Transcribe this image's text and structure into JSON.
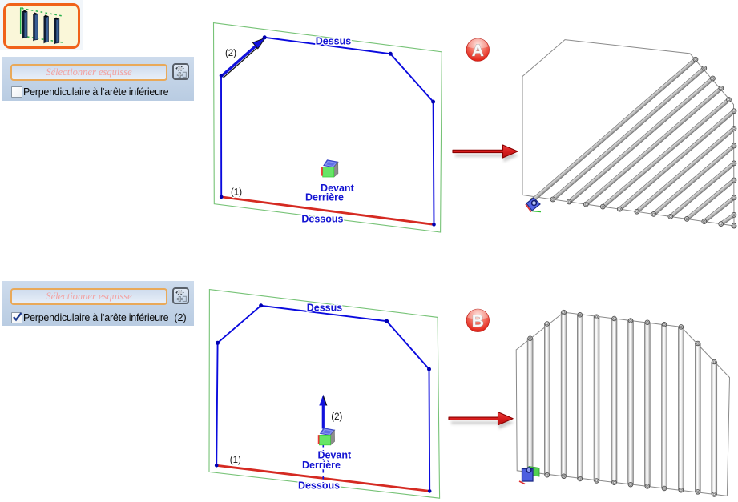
{
  "icon_button": {
    "icon": "rib-pattern-icon"
  },
  "panels": [
    {
      "input_placeholder": "Sélectionner esquisse",
      "selector_button_icon": "select-sketch-icon",
      "checkbox_label": "Perpendiculaire à l’arête inférieure",
      "checkbox_checked": false,
      "suffix": ""
    },
    {
      "input_placeholder": "Sélectionner esquisse",
      "selector_button_icon": "select-sketch-icon",
      "checkbox_label": "Perpendiculaire à l’arête inférieure",
      "checkbox_checked": true,
      "suffix": "(2)"
    }
  ],
  "sketch_a": {
    "top_label": "Dessus",
    "bottom_label": "Dessous",
    "front_label": "Devant",
    "back_label": "Derrière",
    "edge_label": "(1)",
    "direction_label": "(2)"
  },
  "sketch_b": {
    "top_label": "Dessus",
    "bottom_label": "Dessous",
    "front_label": "Devant",
    "back_label": "Derrière",
    "edge_label": "(1)",
    "direction_label": "(2)"
  },
  "badge_a": {
    "label": "A"
  },
  "badge_b": {
    "label": "B"
  },
  "colors": {
    "sketch_plane_green": "#77c377",
    "sketch_profile_blue": "#0a0ade",
    "sketch_base_red": "#d52a22",
    "label_blue": "#1414d2",
    "arrow_red": "#d81e1e",
    "badge_red": "#e3261a",
    "panel_blue": "#c3d4e6",
    "input_border_orange": "#e9a959",
    "placeholder_pink": "#f2a2a2",
    "icon_border_orange": "#f0621a",
    "icon_bg_cream": "#faf7d9"
  },
  "figures": {
    "result_a": {
      "rod_width": 4.6,
      "cap_radius": 2.9,
      "outline": [
        [
          652,
          95.5
        ],
        [
          705,
          49.6
        ],
        [
          861,
          66.9
        ],
        [
          915.5,
          130.5
        ],
        [
          916,
          282
        ],
        [
          652,
          243.5
        ]
      ],
      "rods": [
        [
          665.0,
          250.0,
          868.0,
          74.2
        ],
        [
          689.9,
          249.0,
          878.8,
          85.3
        ],
        [
          710.3,
          252.0,
          889.5,
          98.0
        ],
        [
          731.3,
          255.1,
          899.9,
          110.3
        ],
        [
          752.3,
          258.1,
          909.5,
          124.5
        ],
        [
          773.3,
          261.2,
          916.0,
          138.7
        ],
        [
          794.8,
          264.3,
          916.0,
          160.5
        ],
        [
          815.8,
          267.4,
          916.0,
          182.0
        ],
        [
          836.8,
          270.4,
          916.0,
          203.9
        ],
        [
          857.2,
          273.4,
          916.0,
          225.0
        ],
        [
          878.8,
          276.6,
          916.0,
          246.9
        ],
        [
          899.7,
          279.6,
          916.0,
          268.4
        ],
        [
          916.0,
          282.0,
          916.0,
          282.0
        ]
      ]
    },
    "result_b": {
      "rod_width": 7.0,
      "cap_radius": 2.8,
      "outline": [
        [
          645.2,
          587.8
        ],
        [
          644.2,
          437.0
        ],
        [
          703.6,
          390.1
        ],
        [
          849.9,
          408.4
        ],
        [
          910.5,
          471.6
        ],
        [
          907.4,
          619.4
        ]
      ],
      "rods": [
        [
          661.6,
          590.7,
          661.6,
          422.7
        ],
        [
          682.8,
          593.2,
          682.8,
          404.5
        ],
        [
          703.6,
          594.8,
          703.6,
          390.1
        ],
        [
          723.8,
          598.0,
          723.8,
          393.3
        ],
        [
          744.5,
          600.5,
          744.5,
          395.8
        ],
        [
          766.5,
          602.7,
          766.5,
          398.0
        ],
        [
          787.0,
          605.2,
          787.0,
          400.5
        ],
        [
          807.9,
          607.4,
          807.9,
          402.7
        ],
        [
          829.0,
          610.0,
          829.0,
          405.3
        ],
        [
          849.9,
          612.2,
          849.9,
          408.4
        ],
        [
          870.8,
          614.4,
          870.8,
          429.0
        ],
        [
          891.3,
          617.5,
          891.3,
          452.0
        ]
      ]
    }
  }
}
